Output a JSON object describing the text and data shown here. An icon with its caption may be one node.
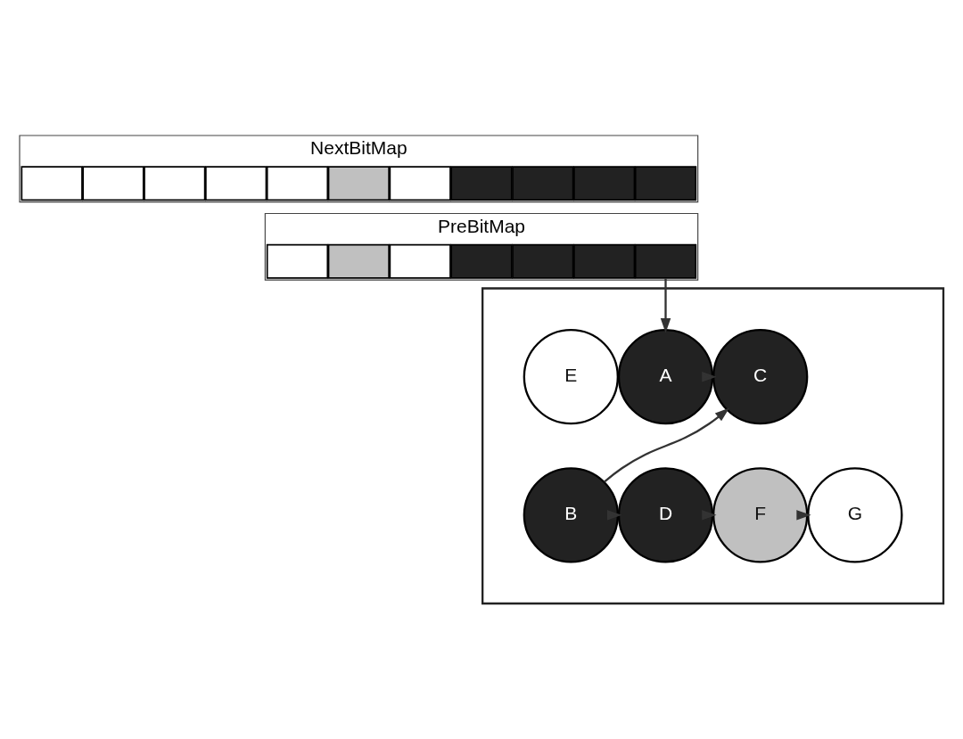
{
  "diagram": {
    "nodes": [
      {
        "text": [
          "NextBitMap"
        ]
      },
      {
        "text": [],
        "shape": "box",
        "in": 0
      },
      {
        "text": [],
        "shape": "box",
        "in": 0
      },
      {
        "text": [],
        "shape": "box",
        "in": 0
      },
      {
        "text": [],
        "shape": "box",
        "in": 0
      },
      {
        "text": [],
        "shape": "box",
        "in": 0
      },
      {
        "text": [],
        "shape": "box",
        "in": 0
      },
      {
        "text": [],
        "shape": "box",
        "in": 0
      },
      {
        "text": [],
        "shape": "box",
        "in": 0
      },
      {
        "text": [],
        "shape": "box",
        "in": 0
      },
      {
        "text": [],
        "shape": "box",
        "in": 0
      },
      {
        "text": [],
        "shape": "box",
        "in": 0
      },
      {
        "text": [
          "PreBitMap"
        ]
      },
      {
        "text": [],
        "shape": "box",
        "in": 12
      },
      {
        "text": [],
        "shape": "box",
        "in": 12
      },
      {
        "text": [],
        "shape": "box",
        "in": 12
      },
      {
        "text": [],
        "shape": "box",
        "in": 12
      },
      {
        "text": [],
        "shape": "box",
        "in": 12
      },
      {
        "text": [],
        "shape": "box",
        "in": 12
      },
      {
        "text": [],
        "shape": "box",
        "in": 12
      },
      {
        "text": [],
        "shape": "box"
      },
      {
        "text": [
          "A"
        ],
        "in": 20
      },
      {
        "text": [
          "C"
        ],
        "in": 20
      },
      {
        "text": [
          "E"
        ],
        "in": 20
      },
      {
        "text": [
          "B"
        ],
        "in": 20
      },
      {
        "text": [
          "D"
        ],
        "in": 20
      },
      {
        "text": [
          "F"
        ],
        "in": 20
      },
      {
        "text": [
          "G"
        ],
        "in": 20
      }
    ],
    "edges": [
      {
        "from": 13,
        "to": 21,
        "arrow": "to"
      },
      {
        "from": 21,
        "to": 22,
        "arrow": "to"
      },
      {
        "from": 24,
        "to": 22,
        "arrow": "to"
      },
      {
        "from": 24,
        "to": 25,
        "arrow": "to"
      },
      {
        "from": 25,
        "to": 26,
        "arrow": "to"
      },
      {
        "from": 26,
        "to": 27,
        "arrow": "to"
      }
    ]
  }
}
